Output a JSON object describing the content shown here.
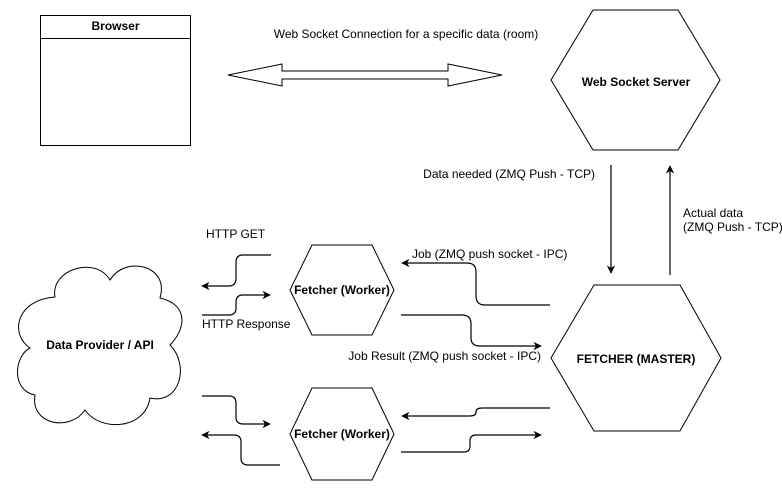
{
  "diagram": {
    "nodes": {
      "browser": {
        "label": "Browser",
        "shape": "container-box"
      },
      "websocket_server": {
        "label": "Web Socket Server",
        "shape": "hexagon"
      },
      "fetcher_master": {
        "label": "FETCHER (MASTER)",
        "shape": "hexagon"
      },
      "worker_1": {
        "label": "Fetcher (Worker)",
        "shape": "hexagon"
      },
      "worker_2": {
        "label": "Fetcher (Worker)",
        "shape": "hexagon"
      },
      "data_provider": {
        "label": "Data Provider / API",
        "shape": "cloud"
      }
    },
    "edges": {
      "ws_connection": {
        "label": "Web Socket Connection for a specific data (room)",
        "from": "browser",
        "to": "websocket_server",
        "style": "double-arrow"
      },
      "data_needed": {
        "label": "Data needed (ZMQ Push - TCP)",
        "from": "websocket_server",
        "to": "fetcher_master"
      },
      "actual_data": {
        "label_line1": "Actual data",
        "label_line2": "(ZMQ Push - TCP)",
        "from": "fetcher_master",
        "to": "websocket_server"
      },
      "job": {
        "label": "Job (ZMQ push socket - IPC)",
        "from": "fetcher_master",
        "to": "worker_1"
      },
      "job_result": {
        "label": "Job Result (ZMQ push socket - IPC)",
        "from": "worker_1",
        "to": "fetcher_master"
      },
      "http_get": {
        "label": "HTTP GET",
        "from": "worker_1",
        "to": "data_provider"
      },
      "http_response": {
        "label": "HTTP Response",
        "from": "data_provider",
        "to": "worker_1"
      },
      "job_2": {
        "label": "",
        "from": "fetcher_master",
        "to": "worker_2"
      },
      "job_result_2": {
        "label": "",
        "from": "worker_2",
        "to": "fetcher_master"
      },
      "http_get_2": {
        "label": "",
        "from": "worker_2",
        "to": "data_provider"
      },
      "http_response_2": {
        "label": "",
        "from": "data_provider",
        "to": "worker_2"
      }
    }
  }
}
